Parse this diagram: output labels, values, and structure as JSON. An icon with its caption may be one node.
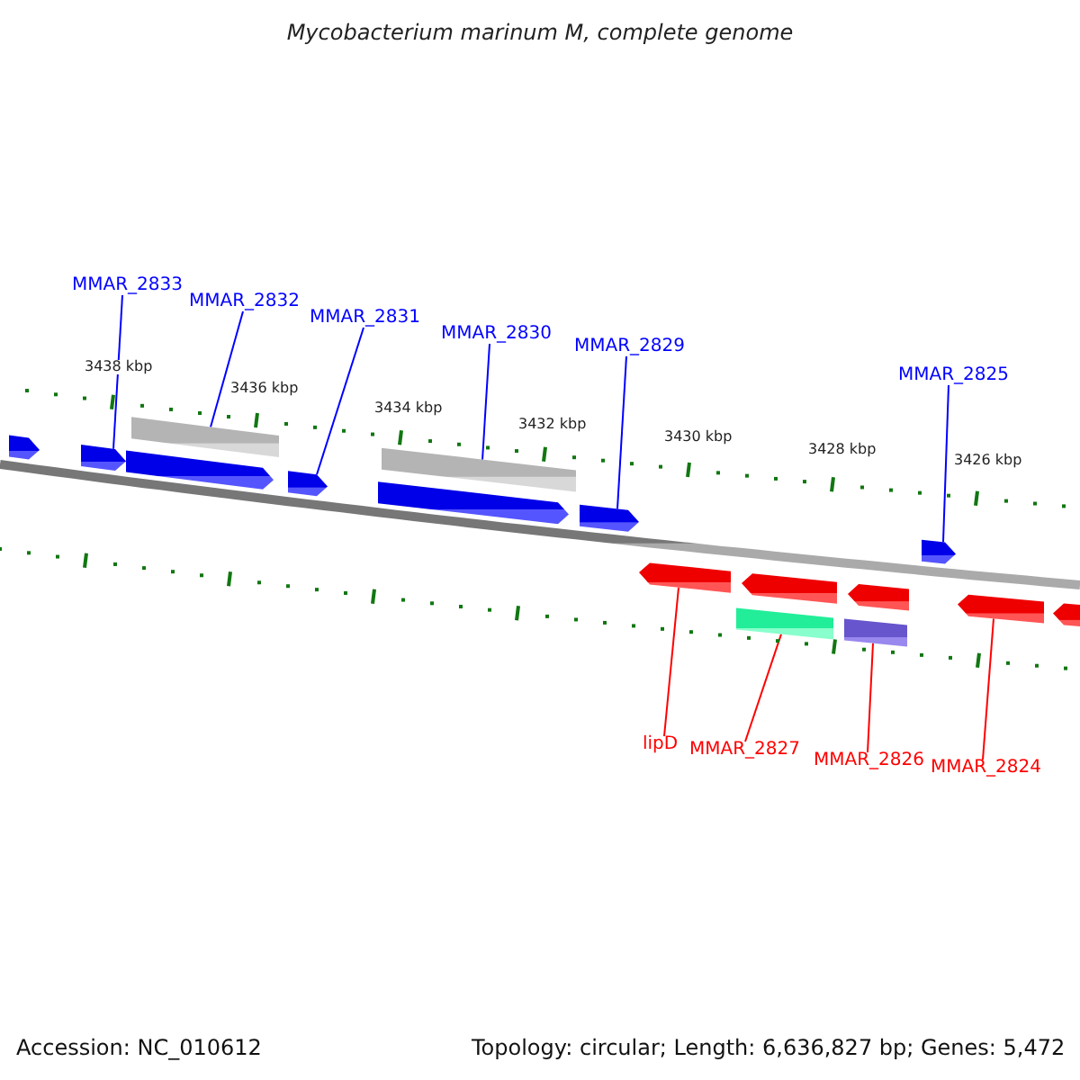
{
  "diagram": {
    "title": "Mycobacterium marinum M, complete genome",
    "nodes": [
      {
        "text": [
          "MMAR_2833"
        ]
      },
      {
        "text": [
          "MMAR_2832"
        ]
      },
      {
        "text": [
          "MMAR_2831"
        ]
      },
      {
        "text": [
          "MMAR_2830"
        ]
      },
      {
        "text": [
          "MMAR_2829"
        ]
      },
      {
        "text": [
          "MMAR_2825"
        ]
      },
      {
        "text": [
          "lipD"
        ]
      },
      {
        "text": [
          "MMAR_2827"
        ]
      },
      {
        "text": [
          "MMAR_2826"
        ]
      },
      {
        "text": [
          "MMAR_2824"
        ]
      },
      {
        "text": [],
        "shape": "pentagon"
      },
      {
        "text": [],
        "shape": "pentagon"
      },
      {
        "text": [],
        "shape": "pentagon"
      },
      {
        "text": [],
        "shape": "pentagon"
      },
      {
        "text": [],
        "shape": "pentagon"
      },
      {
        "text": [],
        "shape": "pentagon"
      },
      {
        "text": [],
        "shape": "pentagon"
      },
      {
        "text": [],
        "shape": "bar"
      },
      {
        "text": [],
        "shape": "bar"
      },
      {
        "text": [],
        "shape": "pentagon"
      },
      {
        "text": [],
        "shape": "pentagon"
      },
      {
        "text": [],
        "shape": "pentagon"
      },
      {
        "text": [],
        "shape": "pentagon"
      },
      {
        "text": [],
        "shape": "pentagon"
      },
      {
        "text": [],
        "shape": "bar"
      },
      {
        "text": [],
        "shape": "bar"
      }
    ],
    "edges": [
      {
        "from": 0,
        "to": 11,
        "arrow": "none"
      },
      {
        "from": 1,
        "to": 17,
        "arrow": "none"
      },
      {
        "from": 2,
        "to": 13,
        "arrow": "none"
      },
      {
        "from": 3,
        "to": 18,
        "arrow": "none"
      },
      {
        "from": 4,
        "to": 15,
        "arrow": "none"
      },
      {
        "from": 5,
        "to": 16,
        "arrow": "none"
      },
      {
        "from": 6,
        "to": 19,
        "arrow": "none",
        "color": "#ff0000"
      },
      {
        "from": 7,
        "to": 24,
        "arrow": "none",
        "color": "#ff0000"
      },
      {
        "from": 8,
        "to": 25,
        "arrow": "none",
        "color": "#ff0000"
      },
      {
        "from": 9,
        "to": 22,
        "arrow": "none",
        "color": "#ff0000"
      }
    ],
    "labels": [
      "3438 kbp",
      "3436 kbp",
      "3434 kbp",
      "3432 kbp",
      "3430 kbp",
      "3428 kbp",
      "3426 kbp",
      "Accession: NC_010612",
      "Topology: circular; Length: 6,636,827 bp; Genes: 5,472"
    ]
  }
}
